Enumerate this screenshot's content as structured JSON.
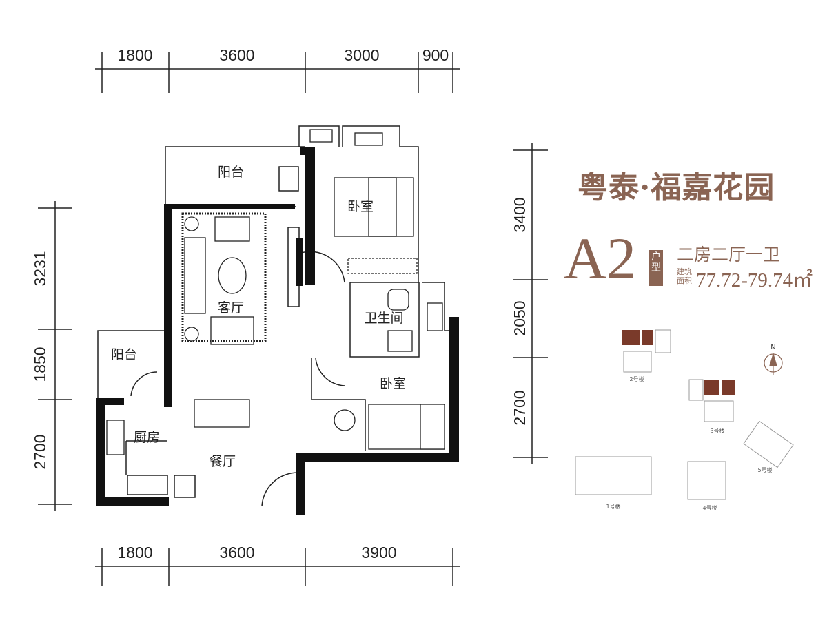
{
  "dimensions": {
    "top": [
      "1800",
      "3600",
      "3000",
      "900"
    ],
    "bottom": [
      "1800",
      "3600",
      "3900"
    ],
    "left": [
      "3231",
      "1850",
      "2700"
    ],
    "right": [
      "3400",
      "2050",
      "2700"
    ]
  },
  "rooms": {
    "balcony_top": "阳台",
    "bedroom_master": "卧室",
    "living": "客厅",
    "bathroom": "卫生间",
    "balcony_left": "阳台",
    "bedroom_second": "卧室",
    "kitchen": "厨房",
    "dining": "餐厅"
  },
  "info": {
    "project_title": "粤泰·福嘉花园",
    "unit_code": "A2",
    "unit_type_badge": "户型",
    "layout": "二房二厅一卫",
    "area_label_1": "建筑",
    "area_label_2": "面积",
    "area": "77.72-79.74㎡"
  },
  "site_plan": {
    "north": "N",
    "buildings": [
      "2号楼",
      "3号楼",
      "5号楼",
      "1号楼",
      "4号楼"
    ]
  },
  "colors": {
    "brand": "#8a6453",
    "wall": "#111111"
  }
}
